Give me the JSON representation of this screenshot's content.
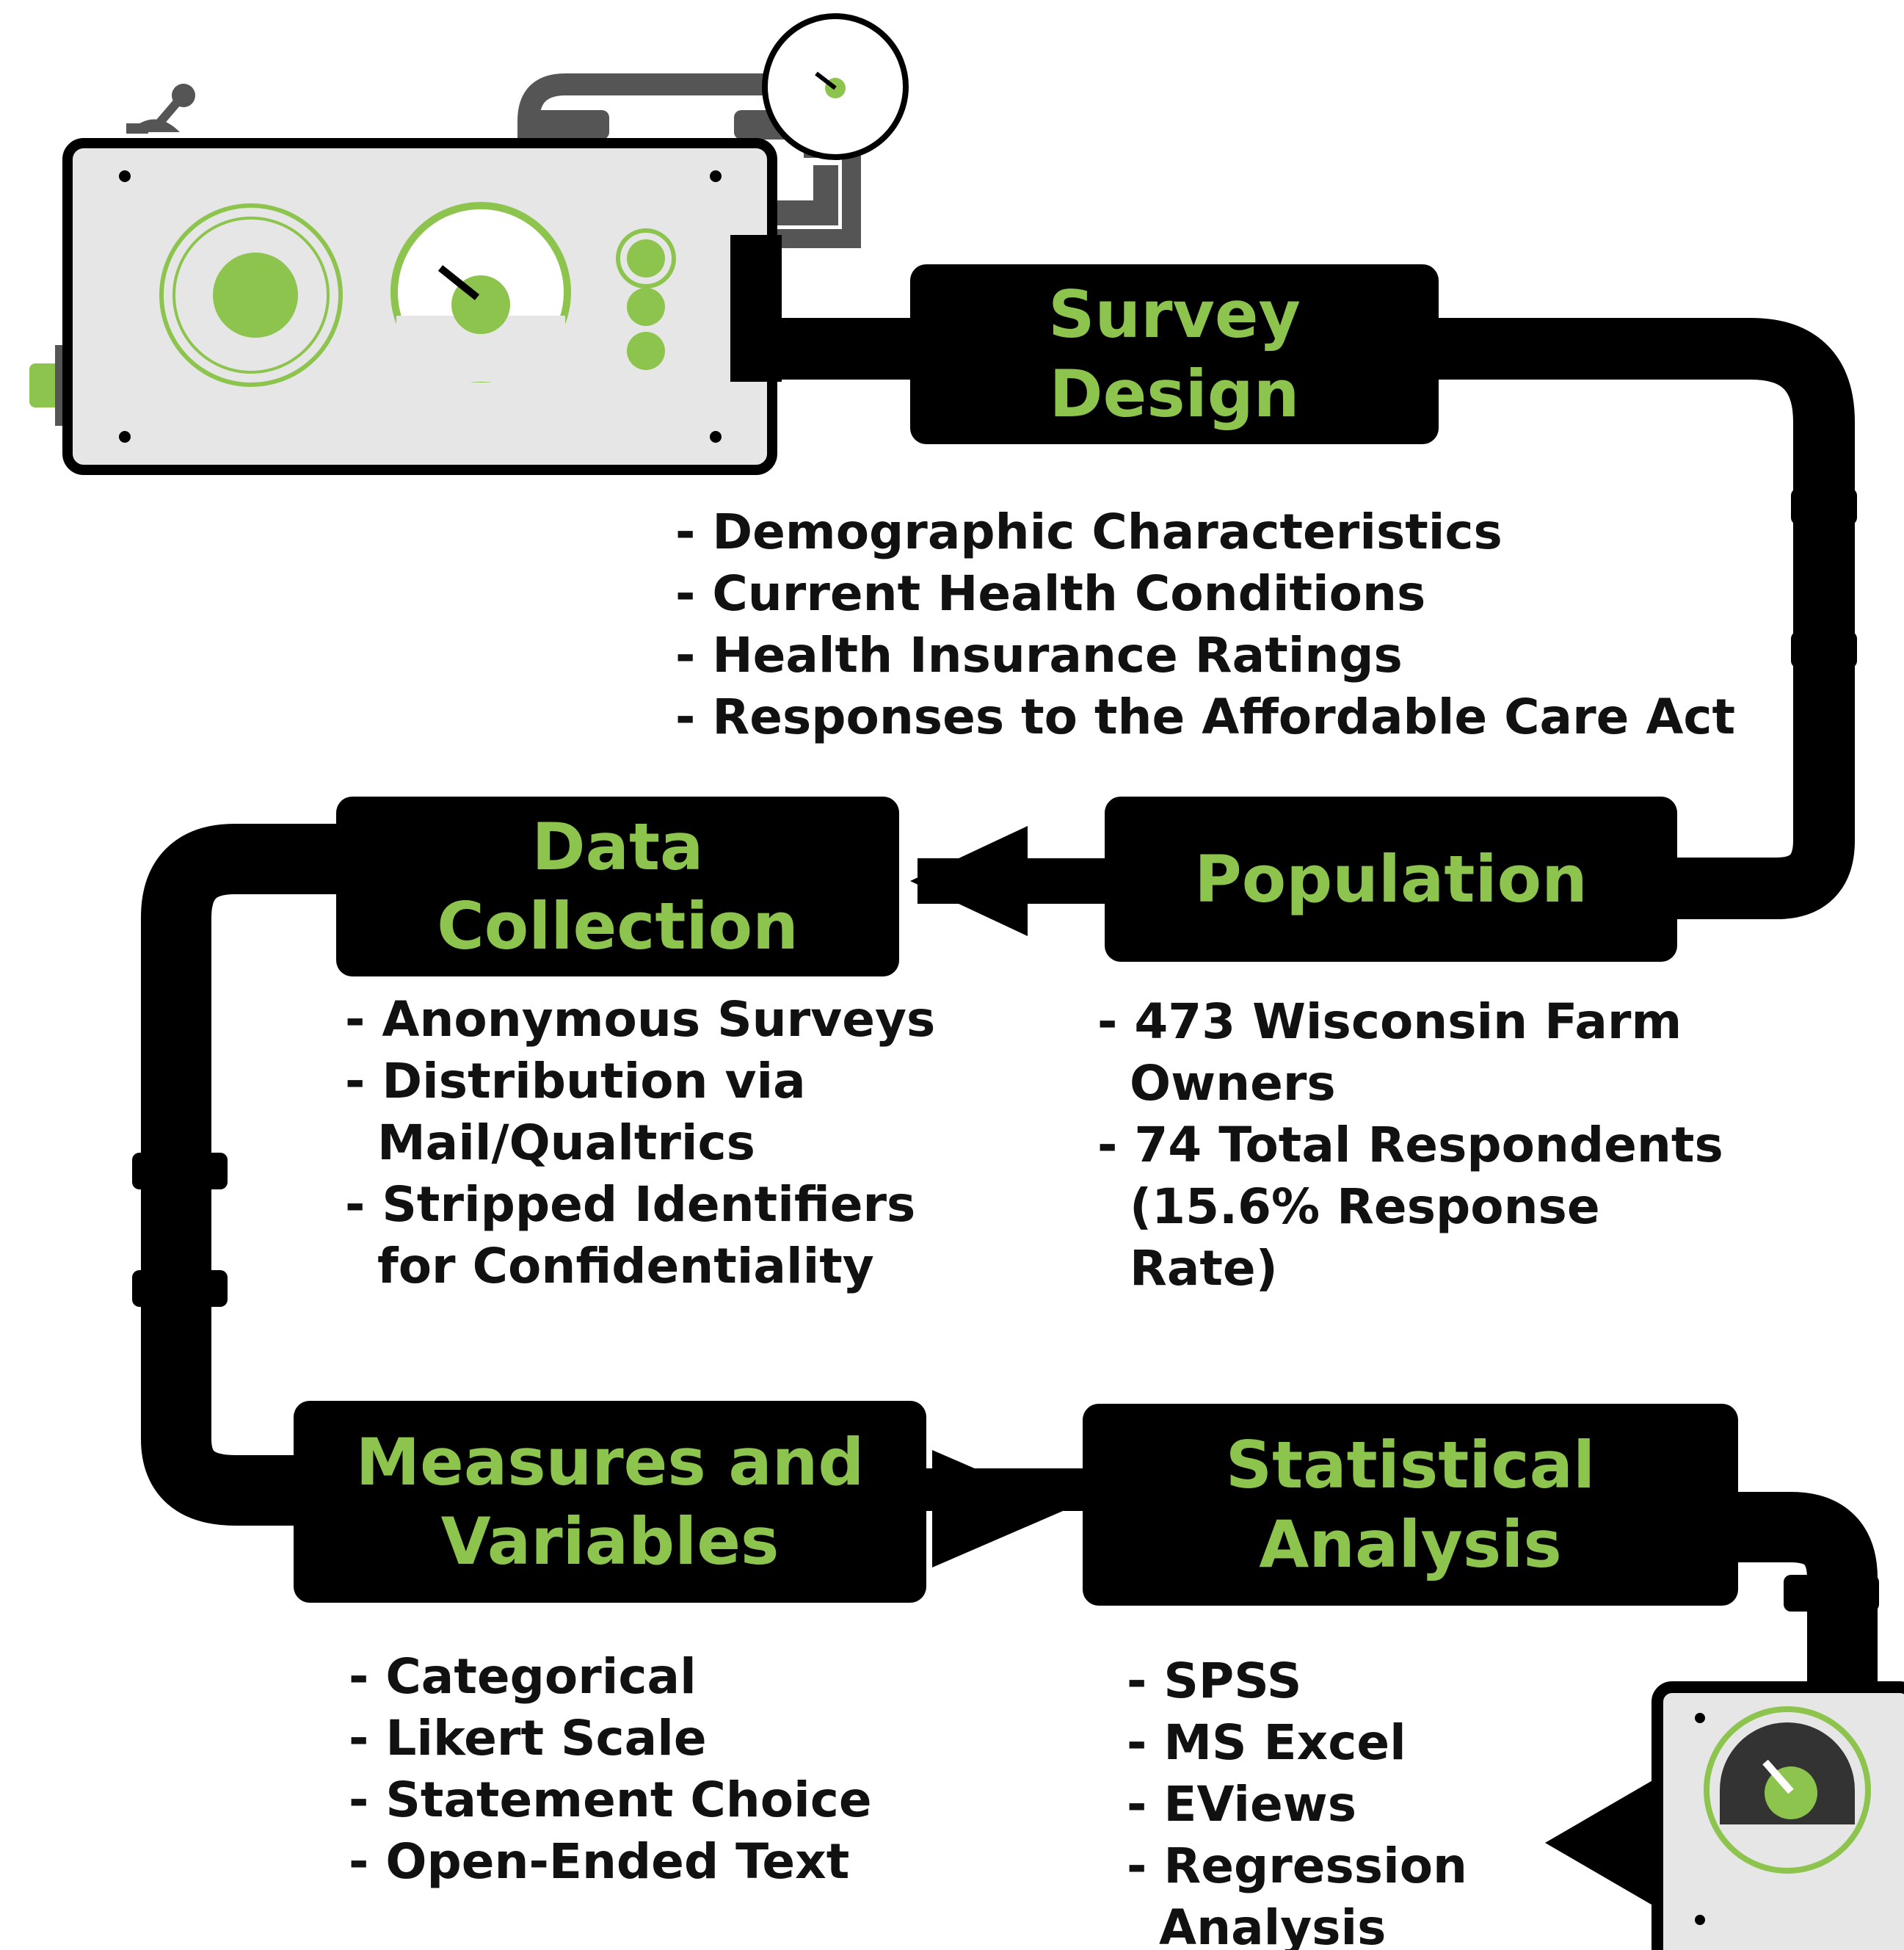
{
  "colors": {
    "pipe": "#000000",
    "accent_green": "#8dc44e",
    "panel_gray": "#e6e6e6",
    "connector_gray": "#555555",
    "text": "#111111"
  },
  "icons": [
    "control-panel-machine",
    "pressure-gauge",
    "output-meter"
  ],
  "stages": {
    "survey_design": {
      "title": "Survey\nDesign",
      "items": [
        "- Demographic Characteristics",
        "- Current Health Conditions",
        "- Health Insurance Ratings",
        "- Responses to the Affordable Care Act"
      ]
    },
    "population": {
      "title": "Population",
      "items": [
        "- 473 Wisconsin Farm Owners",
        "- 74 Total Respondents (15.6% Response Rate)"
      ]
    },
    "data_collection": {
      "title": "Data\nCollection",
      "items": [
        "- Anonymous Surveys",
        "- Distribution via Mail/Qualtrics",
        "- Stripped Identifiers for Confidentiality"
      ]
    },
    "measures_variables": {
      "title": "Measures and\nVariables",
      "items": [
        "- Categorical",
        "- Likert Scale",
        "- Statement Choice",
        "- Open-Ended Text"
      ]
    },
    "statistical_analysis": {
      "title": "Statistical\nAnalysis",
      "items": [
        "- SPSS",
        "- MS Excel",
        "- EViews",
        "- Regression Analysis"
      ]
    }
  }
}
